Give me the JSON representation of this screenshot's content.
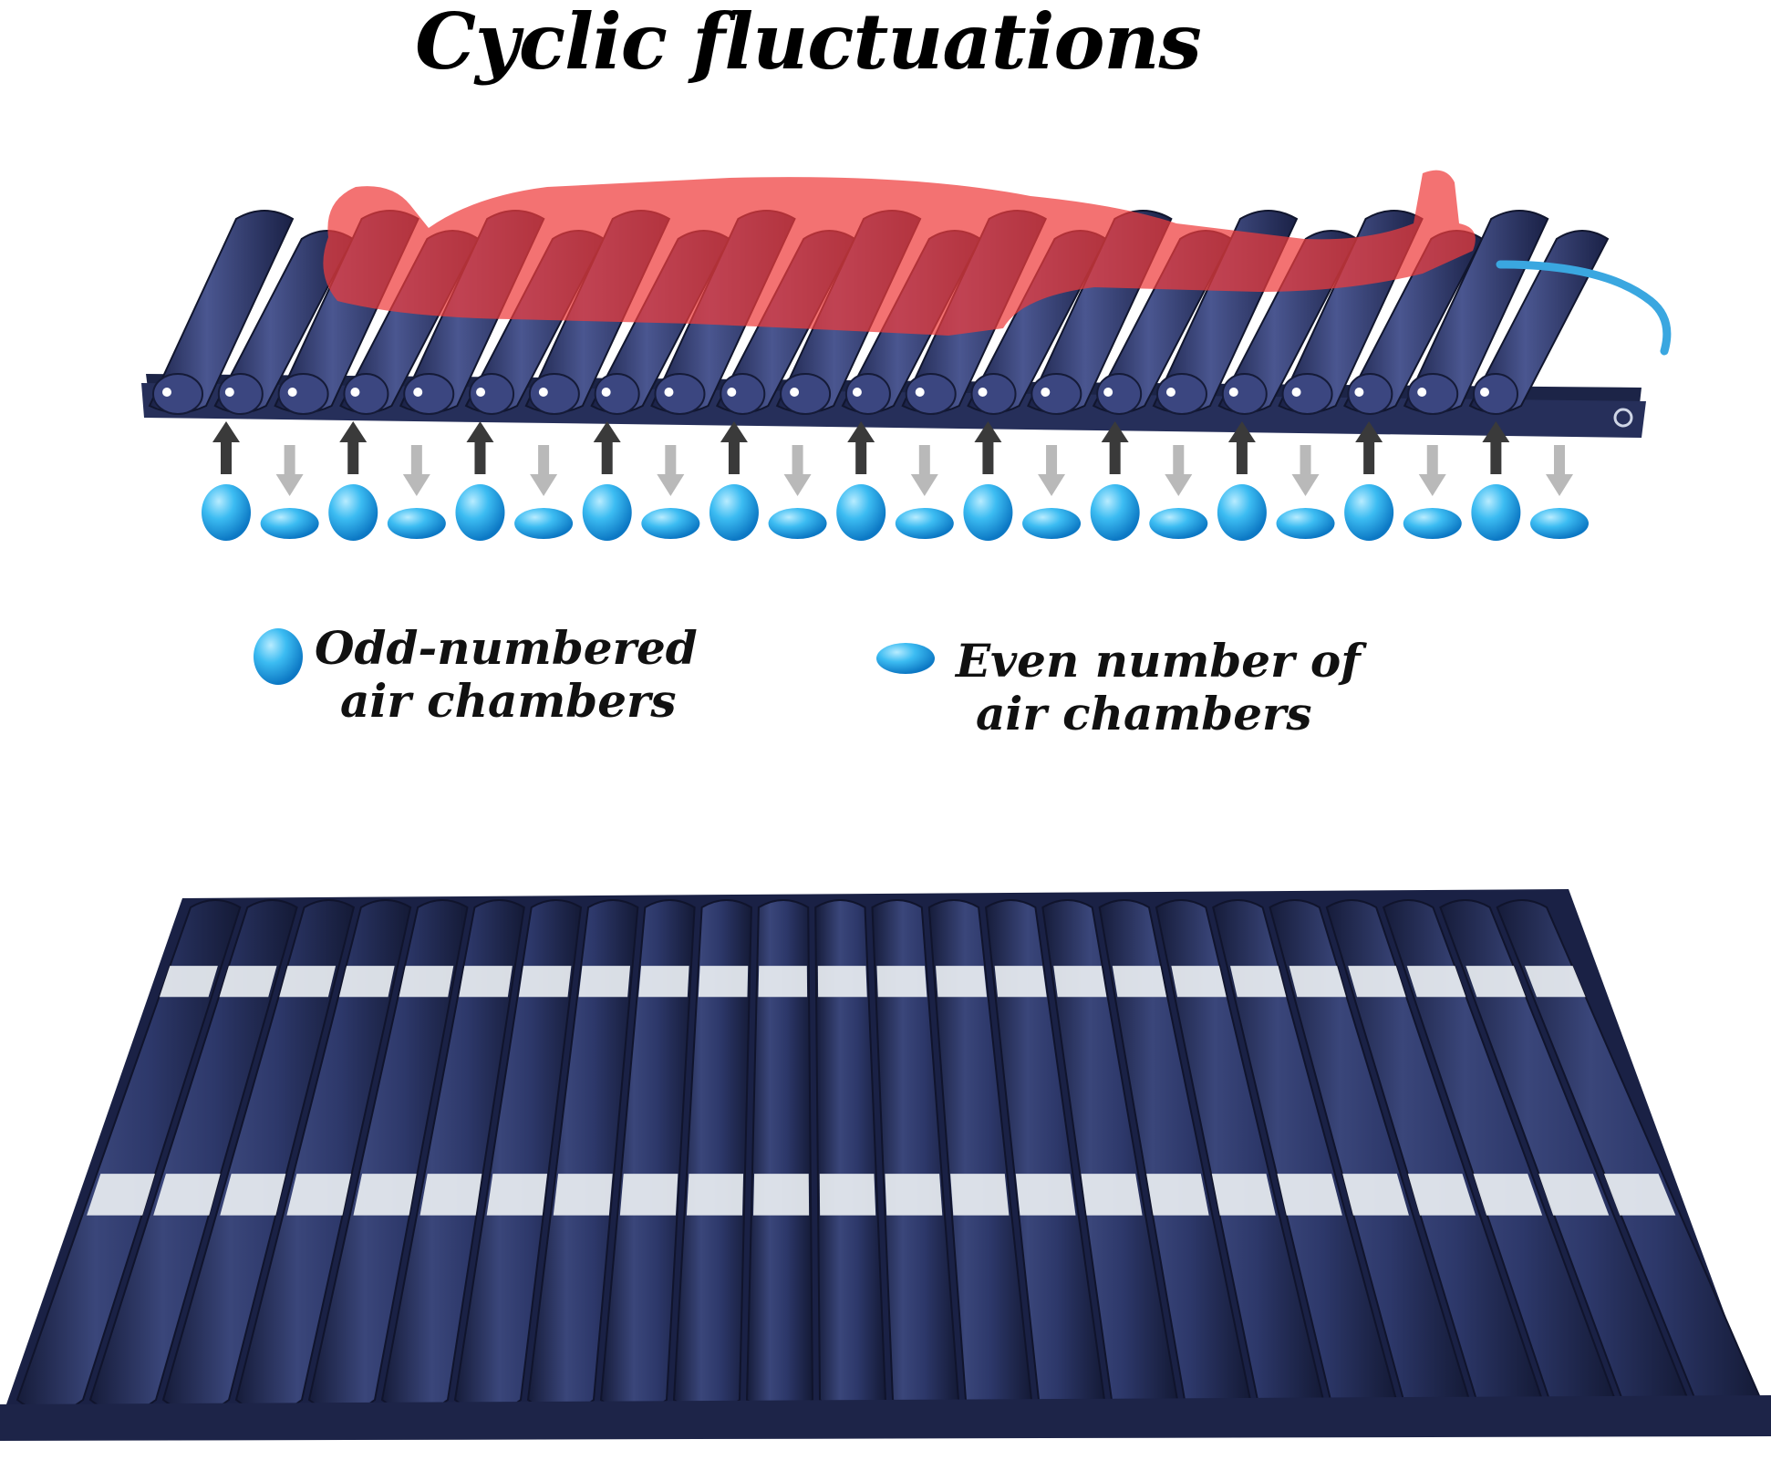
{
  "title": "Cyclic fluctuations",
  "legend": {
    "odd": {
      "line1": "Odd-numbered",
      "line2": "air chambers",
      "icon": "tall-bubble-icon"
    },
    "even": {
      "line1": "Even number of",
      "line2": "air chambers",
      "icon": "flat-bubble-icon"
    }
  },
  "colors": {
    "mattress_navy": "#2f3a66",
    "mattress_dark": "#1c2447",
    "body_overlay": "#ee3b3b",
    "bubble_blue": "#22a7e8",
    "arrow_up": "#3a3a3a",
    "arrow_down": "#b9b9b9",
    "band": "#e9eef2",
    "hose": "#3aa7e0"
  },
  "chambers": {
    "top_mattress_count": 22,
    "bottom_mattress_count": 24,
    "pattern": [
      "odd-inflated",
      "even-deflated"
    ]
  }
}
